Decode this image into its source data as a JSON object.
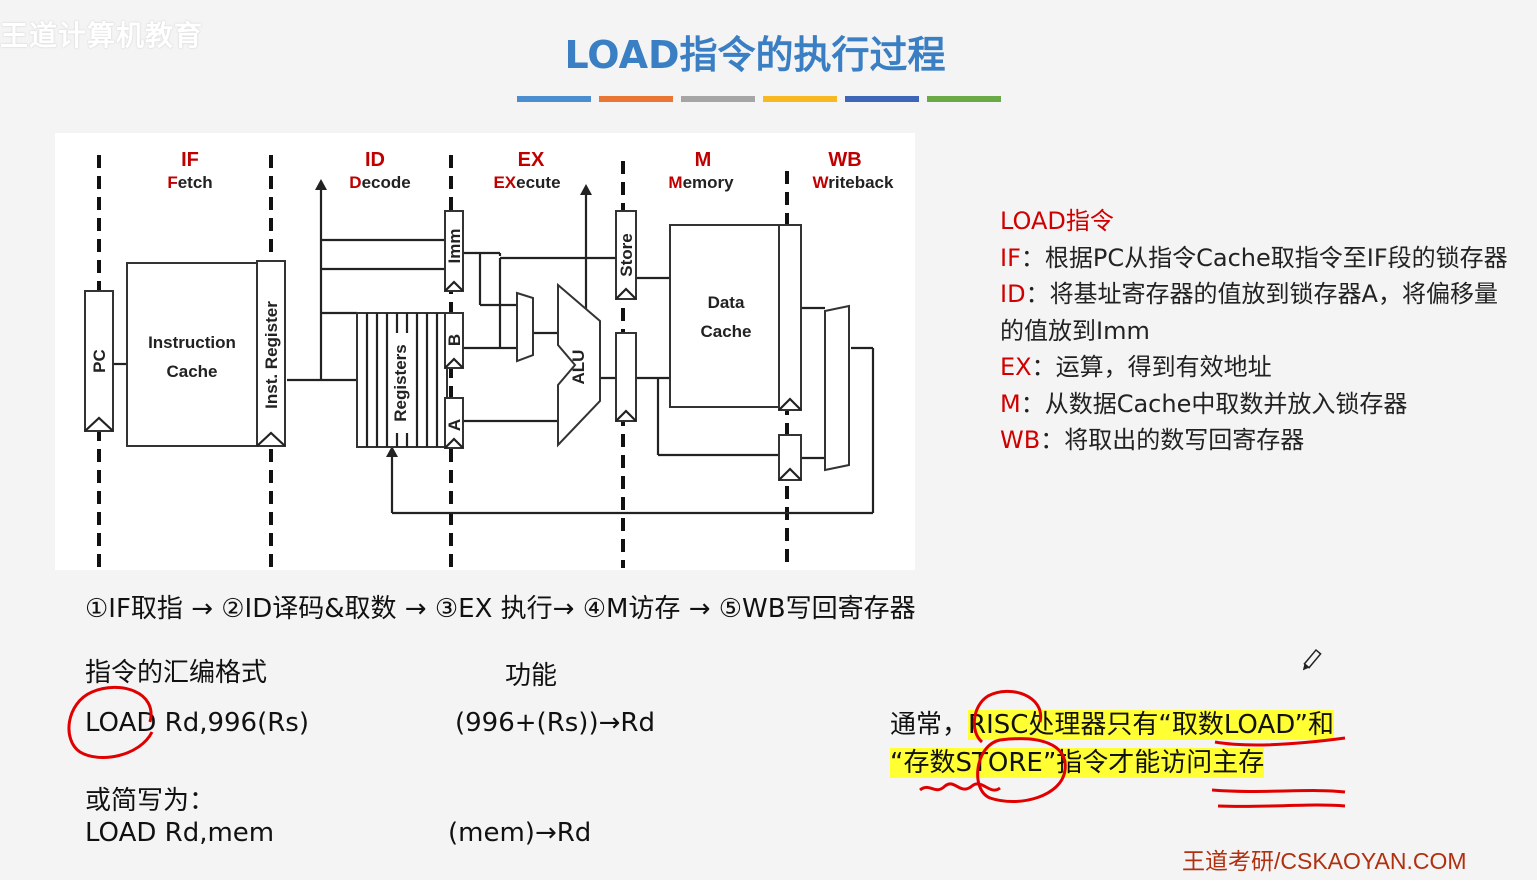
{
  "watermark": "王道计算机教育",
  "title": "LOAD指令的执行过程",
  "title_bar_colors": [
    "#4a8ed0",
    "#ea7633",
    "#a5a5a5",
    "#f7b821",
    "#3d66b8",
    "#6aaa46"
  ],
  "diagram": {
    "stages": [
      {
        "code": "IF",
        "first": "F",
        "rest": "etch"
      },
      {
        "code": "ID",
        "first": "D",
        "rest": "ecode"
      },
      {
        "code": "EX",
        "first": "EX",
        "rest": "ecute"
      },
      {
        "code": "M",
        "first": "M",
        "rest": "emory"
      },
      {
        "code": "WB",
        "first": "W",
        "rest": "riteback"
      }
    ],
    "labels": {
      "pc": "PC",
      "icache_1": "Instruction",
      "icache_2": "Cache",
      "inst_reg": "Inst. Register",
      "registers": "Registers",
      "imm": "Imm",
      "b": "B",
      "a": "A",
      "alu": "ALU",
      "store": "Store",
      "dcache_1": "Data",
      "dcache_2": "Cache"
    }
  },
  "description": {
    "heading": "LOAD指令",
    "items": [
      {
        "tag": "IF",
        "sep": "：",
        "text": "根据PC从指令Cache取指令至IF段的锁存器"
      },
      {
        "tag": "ID",
        "sep": "：",
        "text": "将基址寄存器的值放到锁存器A，将偏移量的值放到Imm"
      },
      {
        "tag": "EX",
        "sep": "：",
        "text": "运算，得到有效地址"
      },
      {
        "tag": "M",
        "sep": "：",
        "text": "从数据Cache中取数并放入锁存器"
      },
      {
        "tag": "WB",
        "sep": "：",
        "text": "将取出的数写回寄存器"
      }
    ]
  },
  "flow": "①IF取指 → ②ID译码&取数 → ③EX 执行→ ④M访存 → ⑤WB写回寄存器",
  "asm": {
    "header_format": "指令的汇编格式",
    "header_function": "功能",
    "line1_op": "LOAD",
    "line1_args": " Rd,996(Rs)",
    "line1_func": "(996+(Rs))→Rd",
    "short_label": "或简写为：",
    "line2_instr": "LOAD  Rd,mem",
    "line2_func": "(mem)→Rd"
  },
  "note": {
    "prefix": "通常，",
    "line1_hl": "RISC处理器只有“取数LOAD”",
    "line1_end": "和",
    "line2_hl": "“存数STORE”",
    "line2_end": "指令才能访问主存"
  },
  "brand": "王道考研/CSKAOYAN.COM",
  "annotation_color": "#e00000"
}
